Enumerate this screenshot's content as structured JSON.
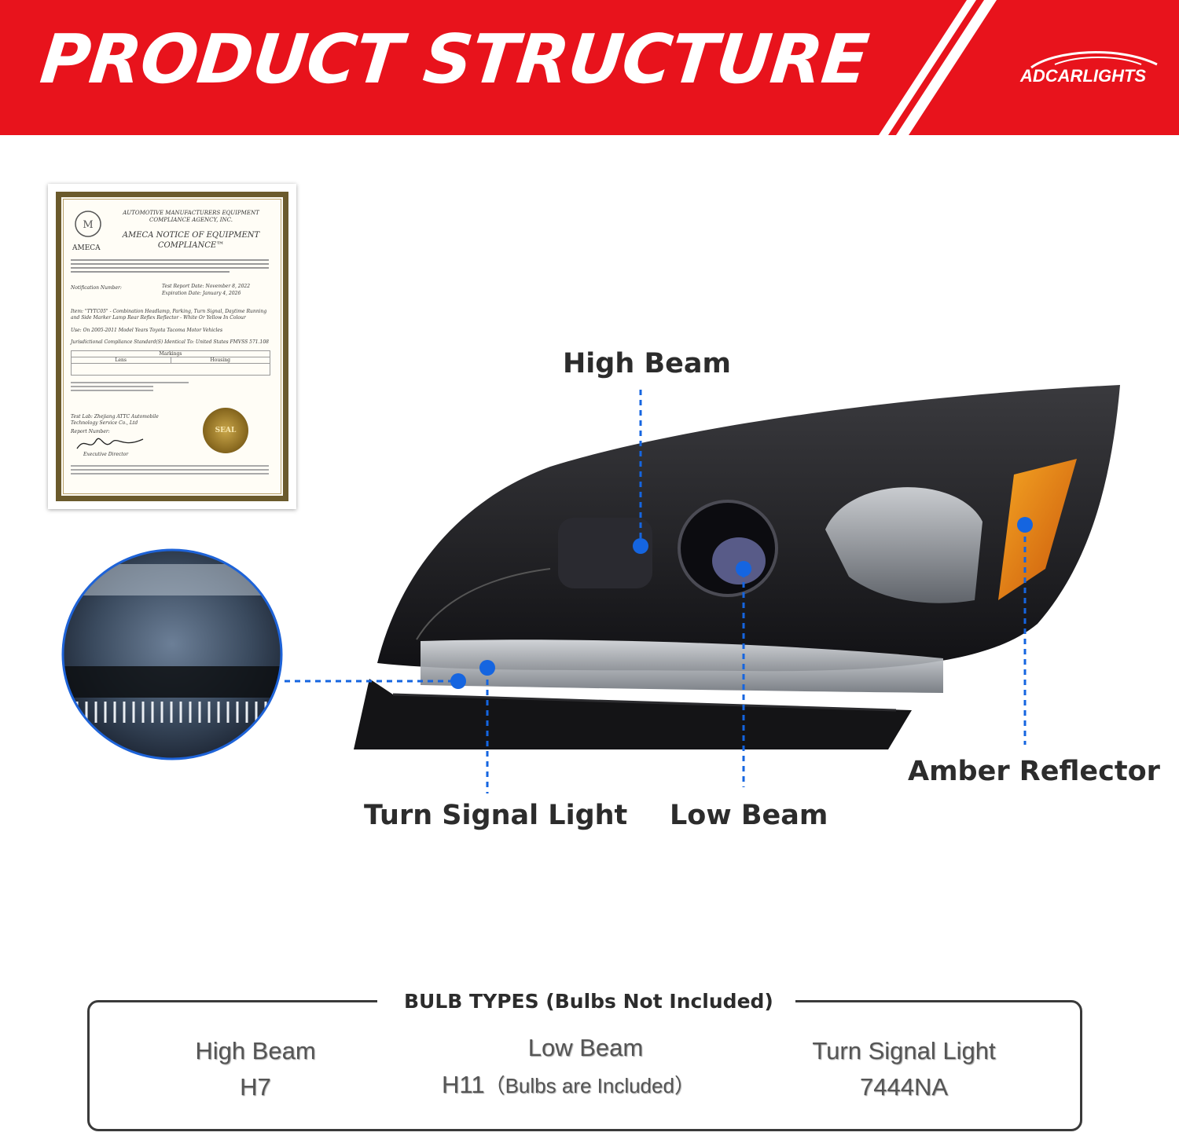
{
  "banner": {
    "title": "PRODUCT STRUCTURE",
    "brand": "ADCARLIGHTS",
    "color": "#e8131c"
  },
  "certificate": {
    "org": "AUTOMOTIVE MANUFACTURERS EQUIPMENT COMPLIANCE AGENCY, INC.",
    "logo_text": "AMECA",
    "title": "AMECA NOTICE OF EQUIPMENT COMPLIANCE™",
    "notification_label": "Notification Number:",
    "test_report_label": "Test Report Date: November 8, 2022",
    "expiration_label": "Expiration Date: January 4, 2026",
    "item_text": "Item: \"TYTC05\" - Combination Headlamp, Parking, Turn Signal, Daytime Running and Side Marker Lamp Rear Reflex Reflector - White Or Yellow In Colour",
    "use_text": "Use: On 2005-2011 Model Years Toyota Tacoma Motor Vehicles",
    "jurisdiction_text": "Jurisdictional Compliance Standard(S) Identical To: United States FMVSS 571.108",
    "markings_label": "Markings",
    "lens_label": "Lens",
    "housing_label": "Housing",
    "test_lab": "Test Lab: Zhejiang ATTC Automobile Technology Service Co., Ltd",
    "report_label": "Report Number:",
    "signature_label": "Executive Director",
    "seal_text": "SEAL"
  },
  "callouts": {
    "high_beam": "High Beam",
    "low_beam": "Low Beam",
    "turn_signal": "Turn Signal Light",
    "amber_reflector": "Amber Reflector"
  },
  "accent_color": "#1565e0",
  "bulbs": {
    "title": "BULB TYPES (Bulbs Not Included)",
    "items": [
      {
        "name": "High Beam",
        "code": "H7",
        "note": ""
      },
      {
        "name": "Low Beam",
        "code": "H11",
        "note": "（Bulbs are Included）"
      },
      {
        "name": "Turn Signal Light",
        "code": "7444NA",
        "note": ""
      }
    ]
  }
}
